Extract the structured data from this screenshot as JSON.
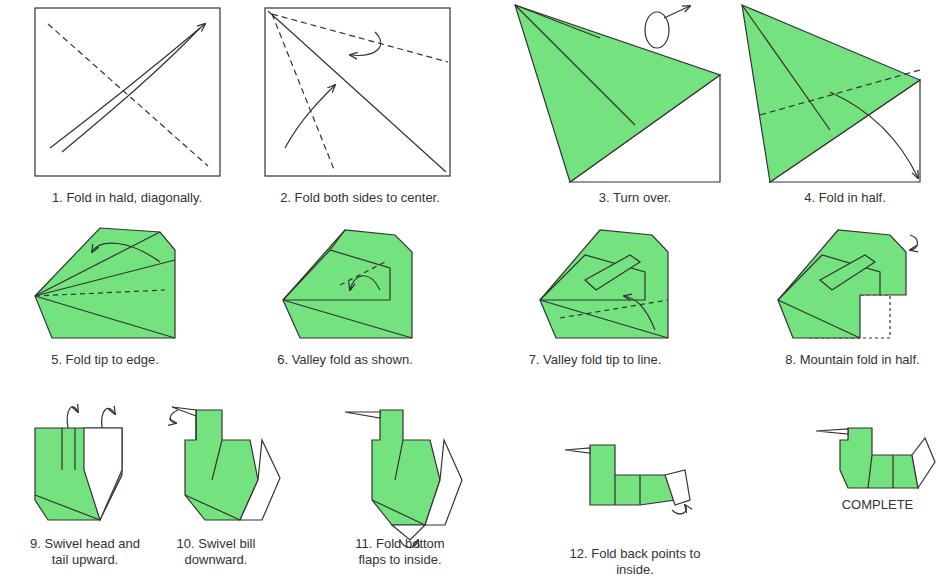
{
  "diagram": {
    "labels": [
      "1. Fold in hald, diagonally.",
      "2. Fold both sides to center.",
      "3. Turn over.",
      "4. Fold in half.",
      "5. Fold tip to edge.",
      "6. Valley fold as shown.",
      "7. Valley fold tip to line.",
      "8. Mountain fold in half.",
      "9. Swivel head and tail upward.",
      "10. Swivel bill downward.",
      "11. Fold bottom flaps to inside.",
      "12. Fold back points to inside.",
      "COMPLETE"
    ]
  }
}
